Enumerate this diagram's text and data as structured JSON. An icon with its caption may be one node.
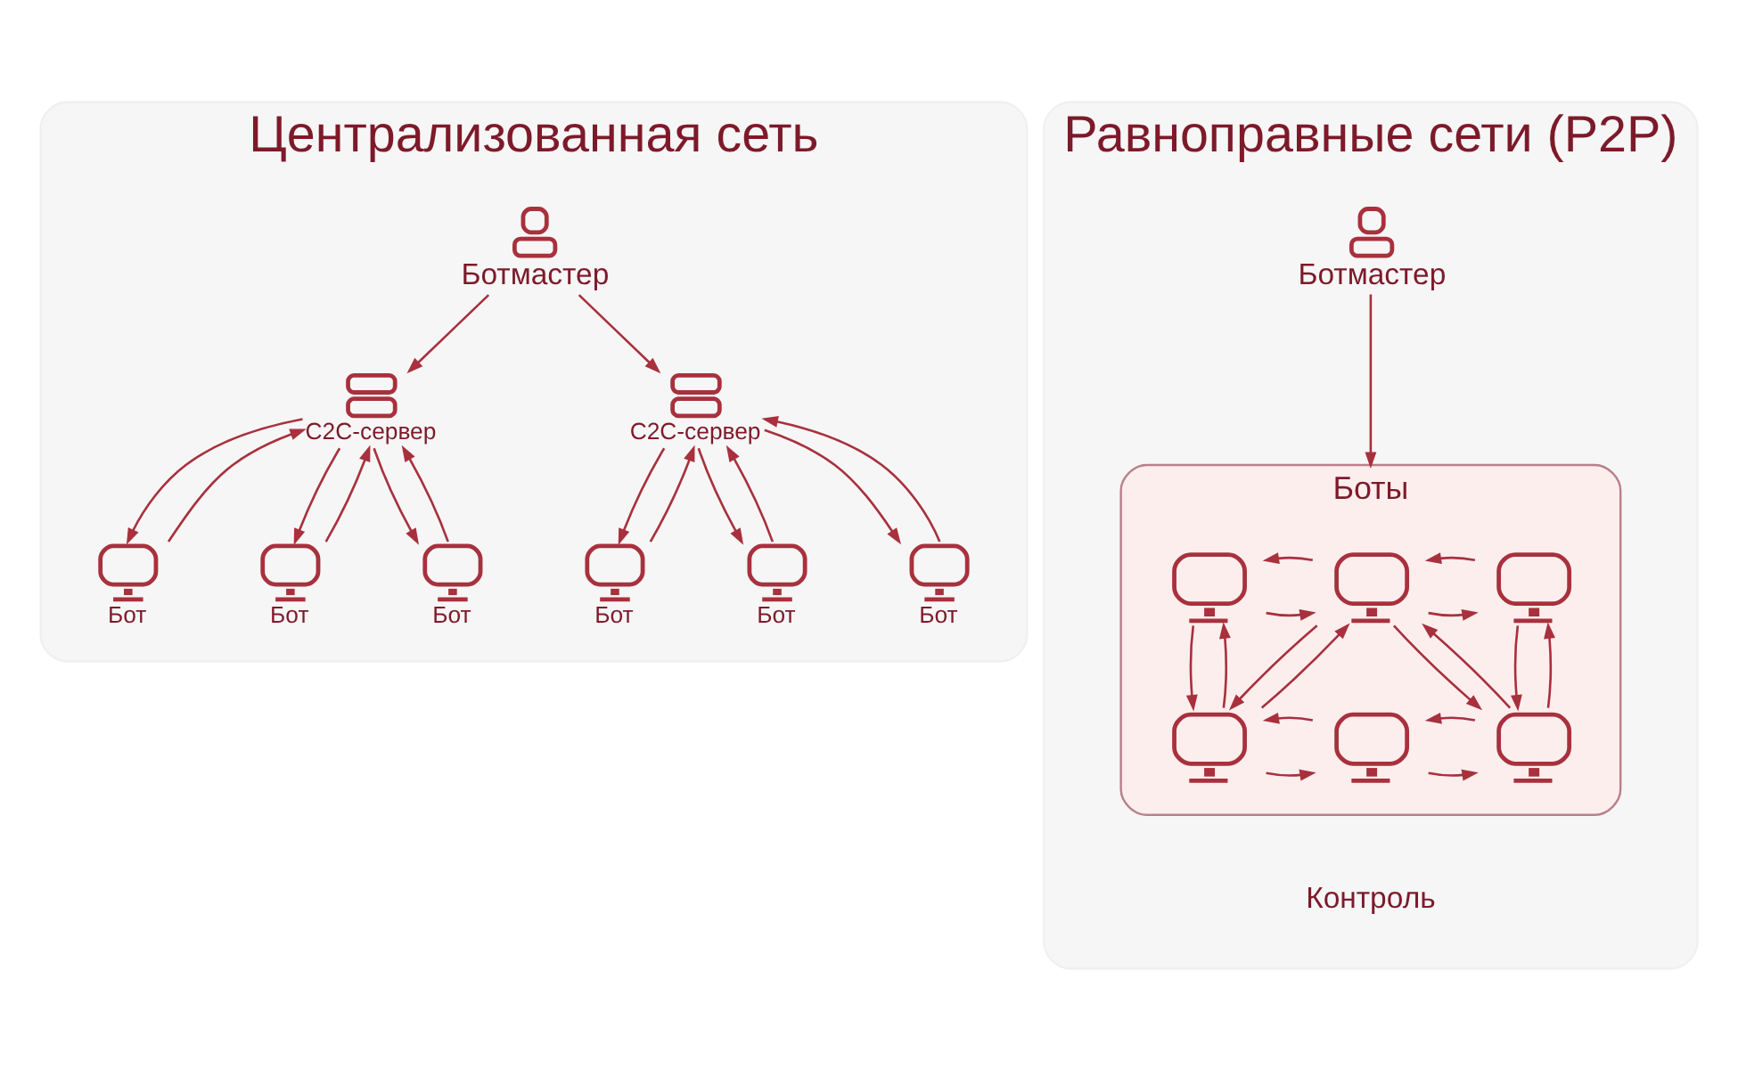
{
  "diagram": {
    "nodes": [
      {
        "text": [
          "Централизованная сеть"
        ]
      },
      {
        "text": [
          "Ботмастер"
        ],
        "in": 0
      },
      {
        "text": [
          "C2C-сервер"
        ],
        "in": 0
      },
      {
        "text": [
          "C2C-сервер"
        ],
        "in": 0
      },
      {
        "text": [
          "Бот"
        ],
        "in": 0
      },
      {
        "text": [
          "Бот"
        ],
        "in": 0
      },
      {
        "text": [
          "Бот"
        ],
        "in": 0
      },
      {
        "text": [
          "Бот"
        ],
        "in": 0
      },
      {
        "text": [
          "Бот"
        ],
        "in": 0
      },
      {
        "text": [
          "Бот"
        ],
        "in": 0
      },
      {
        "text": [
          "Равноправные сети (P2P)"
        ]
      },
      {
        "text": [
          "Ботмастер"
        ],
        "in": 10
      },
      {
        "text": [
          "Боты"
        ],
        "in": 10,
        "beside": [
          "Контроль"
        ]
      },
      {
        "text": [],
        "shape": "monitor",
        "in": 12
      },
      {
        "text": [],
        "shape": "monitor",
        "in": 12
      },
      {
        "text": [],
        "shape": "monitor",
        "in": 12
      },
      {
        "text": [],
        "shape": "monitor",
        "in": 12
      },
      {
        "text": [],
        "shape": "monitor",
        "in": 12
      },
      {
        "text": [],
        "shape": "monitor",
        "in": 12
      }
    ],
    "edges": [
      {
        "from": 1,
        "to": 2,
        "arrow": "to"
      },
      {
        "from": 1,
        "to": 3,
        "arrow": "to"
      },
      {
        "from": 2,
        "to": 4,
        "arrow": "to"
      },
      {
        "from": 4,
        "to": 2,
        "arrow": "to"
      },
      {
        "from": 5,
        "to": 2,
        "arrow": "to"
      },
      {
        "from": 2,
        "to": 5,
        "arrow": "to"
      },
      {
        "from": 6,
        "to": 2,
        "arrow": "to"
      },
      {
        "from": 2,
        "to": 6,
        "arrow": "to"
      },
      {
        "from": 3,
        "to": 7,
        "arrow": "to"
      },
      {
        "from": 7,
        "to": 3,
        "arrow": "to"
      },
      {
        "from": 8,
        "to": 3,
        "arrow": "to"
      },
      {
        "from": 3,
        "to": 8,
        "arrow": "to"
      },
      {
        "from": 9,
        "to": 3,
        "arrow": "to"
      },
      {
        "from": 3,
        "to": 9,
        "arrow": "to"
      },
      {
        "from": 11,
        "to": 12,
        "arrow": "to"
      },
      {
        "from": 13,
        "to": 14,
        "arrow": "to"
      },
      {
        "from": 14,
        "to": 13,
        "arrow": "to"
      },
      {
        "from": 14,
        "to": 15,
        "arrow": "to"
      },
      {
        "from": 15,
        "to": 14,
        "arrow": "to"
      },
      {
        "from": 16,
        "to": 13,
        "arrow": "to"
      },
      {
        "from": 13,
        "to": 16,
        "arrow": "to"
      },
      {
        "from": 14,
        "to": 16,
        "arrow": "to"
      },
      {
        "from": 16,
        "to": 14,
        "arrow": "to"
      },
      {
        "from": 18,
        "to": 14,
        "arrow": "to"
      },
      {
        "from": 14,
        "to": 18,
        "arrow": "to"
      },
      {
        "from": 18,
        "to": 15,
        "arrow": "to"
      },
      {
        "from": 15,
        "to": 18,
        "arrow": "to"
      },
      {
        "from": 16,
        "to": 17,
        "arrow": "to"
      },
      {
        "from": 17,
        "to": 16,
        "arrow": "to"
      },
      {
        "from": 17,
        "to": 18,
        "arrow": "to"
      },
      {
        "from": 18,
        "to": 17,
        "arrow": "to"
      }
    ]
  }
}
